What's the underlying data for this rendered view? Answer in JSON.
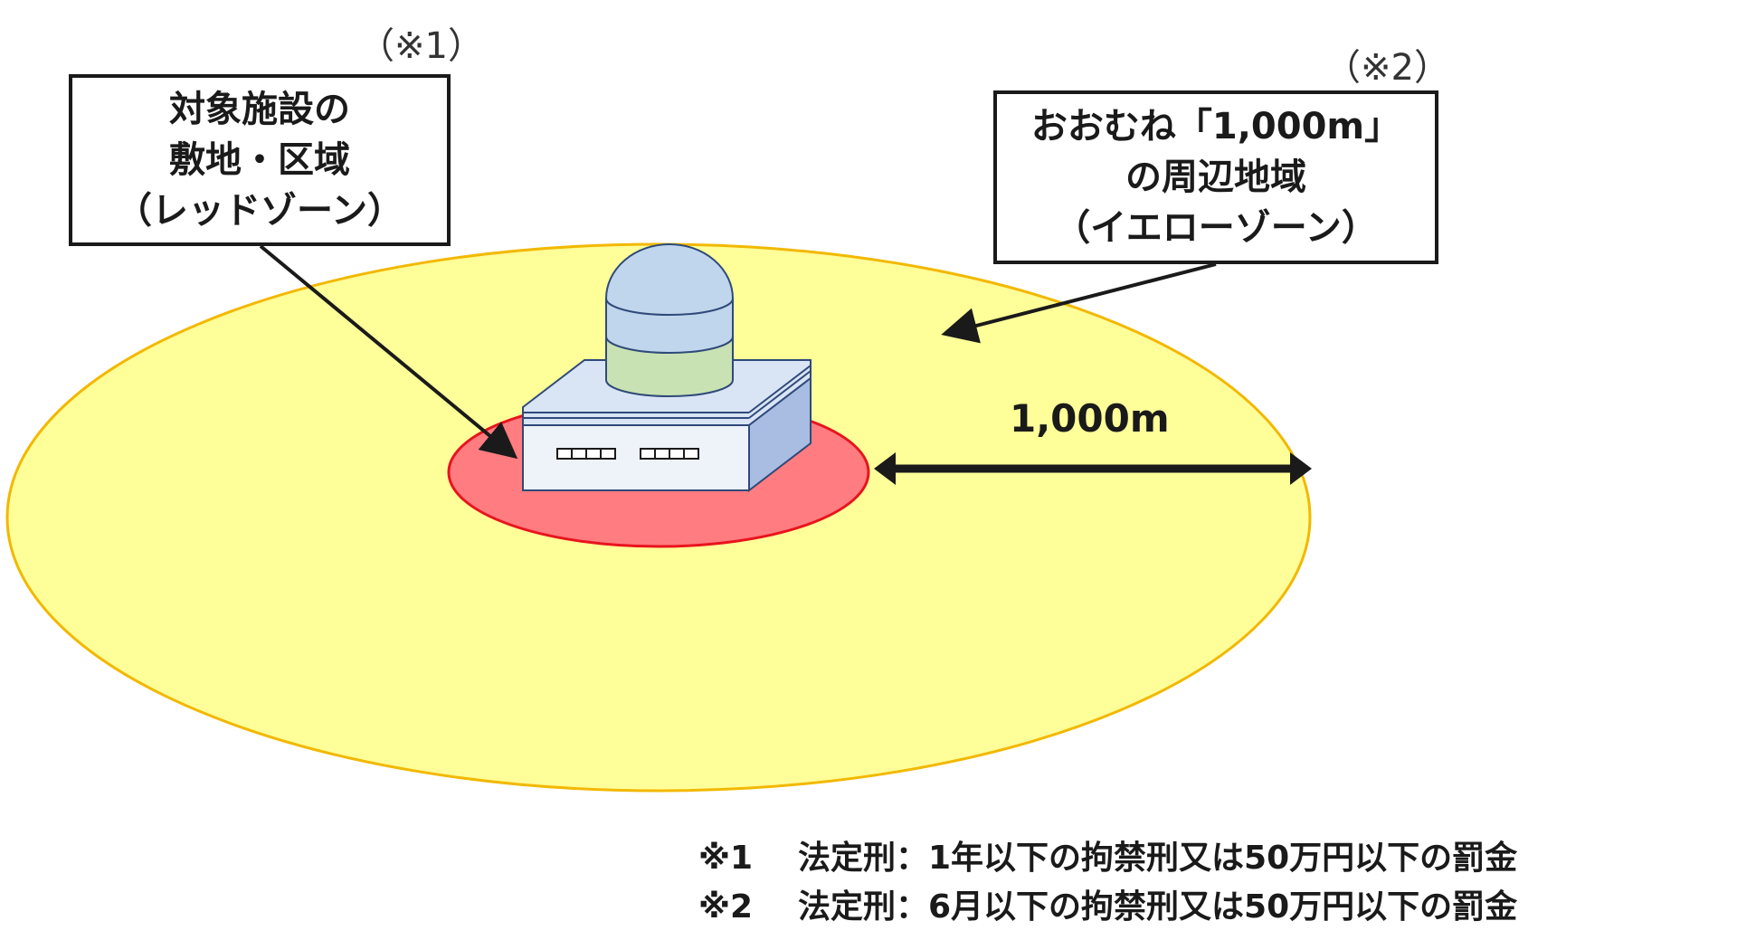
{
  "zones": {
    "red": {
      "lines": [
        "対象施設の",
        "敷地・区域",
        "（レッドゾーン）"
      ],
      "note_mark": "（※1）",
      "fill": "#ff7c80",
      "stroke": "#e8141e"
    },
    "yellow": {
      "lines": [
        "おおむね「1,000m」",
        "の周辺地域",
        "（イエローゾーン）"
      ],
      "note_mark": "（※2）",
      "fill": "#ffff99",
      "stroke": "#f2b800"
    }
  },
  "distance_label": "1,000m",
  "footnotes": [
    {
      "mark": "※1",
      "text": "法定刑：1年以下の拘禁刑又は50万円以下の罰金"
    },
    {
      "mark": "※2",
      "text": "法定刑：6月以下の拘禁刑又は50万円以下の罰金"
    }
  ],
  "colors": {
    "building_wall": "#eef2f9",
    "building_roof": "#d9e4f5",
    "building_side": "#a9bde2",
    "dome": "#c0d6ec",
    "tower": "#c9e2b3",
    "outline": "#2f4a7a"
  }
}
